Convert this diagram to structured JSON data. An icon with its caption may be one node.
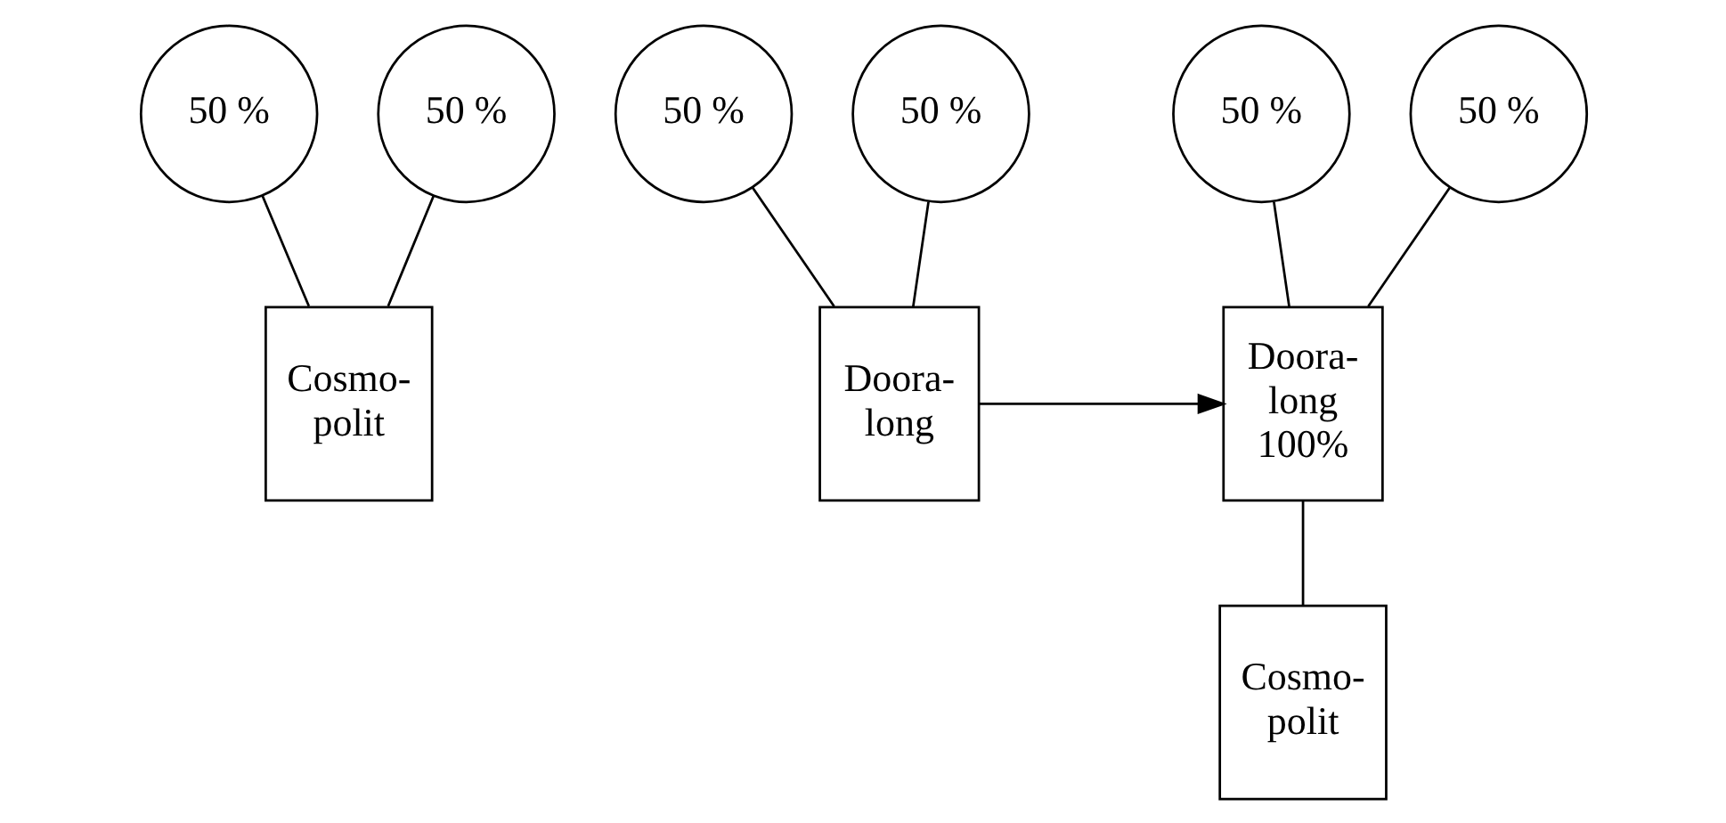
{
  "diagram": {
    "nodes": [
      {
        "text": [
          "50 %"
        ]
      },
      {
        "text": [
          "50 %"
        ]
      },
      {
        "text": [
          "50 %"
        ]
      },
      {
        "text": [
          "50 %"
        ]
      },
      {
        "text": [
          "50 %"
        ]
      },
      {
        "text": [
          "50 %"
        ]
      },
      {
        "text": [
          "Cosmo- polit"
        ]
      },
      {
        "text": [
          "Doora- long"
        ]
      },
      {
        "text": [
          "Doora- long",
          "100%"
        ]
      },
      {
        "text": [
          "Cosmo- polit"
        ]
      }
    ],
    "edges": [
      {
        "from": 0,
        "to": 6,
        "arrow": "none"
      },
      {
        "from": 1,
        "to": 6,
        "arrow": "none"
      },
      {
        "from": 2,
        "to": 7,
        "arrow": "none"
      },
      {
        "from": 3,
        "to": 7,
        "arrow": "none"
      },
      {
        "from": 7,
        "to": 8,
        "arrow": "to"
      },
      {
        "from": 4,
        "to": 8,
        "arrow": "none"
      },
      {
        "from": 5,
        "to": 8,
        "arrow": "none"
      },
      {
        "from": 8,
        "to": 9,
        "arrow": "none"
      }
    ]
  }
}
